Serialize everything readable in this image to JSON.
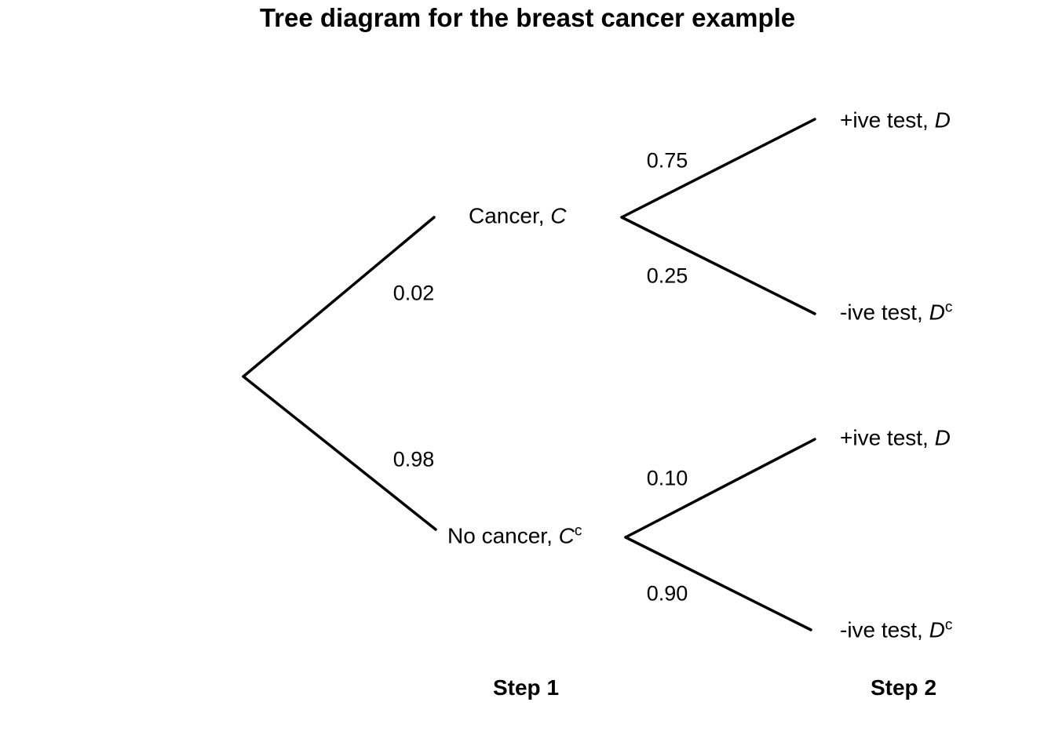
{
  "title": "Tree diagram for the breast cancer example",
  "colors": {
    "line": "#000000",
    "text": "#000000",
    "background": "#ffffff"
  },
  "nodes": {
    "cancer": {
      "text": "Cancer, ",
      "symbol": "C",
      "sup": ""
    },
    "no_cancer": {
      "text": "No cancer, ",
      "symbol": "C",
      "sup": "c"
    }
  },
  "leaves": {
    "cancer_positive": {
      "text": "+ive test, ",
      "symbol": "D",
      "sup": ""
    },
    "cancer_negative": {
      "text": "-ive test, ",
      "symbol": "D",
      "sup": "c"
    },
    "no_cancer_positive": {
      "text": "+ive test, ",
      "symbol": "D",
      "sup": ""
    },
    "no_cancer_negative": {
      "text": "-ive test, ",
      "symbol": "D",
      "sup": "c"
    }
  },
  "probabilities": {
    "cancer": "0.02",
    "no_cancer": "0.98",
    "positive_given_cancer": "0.75",
    "negative_given_cancer": "0.25",
    "positive_given_no_cancer": "0.10",
    "negative_given_no_cancer": "0.90"
  },
  "steps": {
    "step1": "Step 1",
    "step2": "Step 2"
  }
}
